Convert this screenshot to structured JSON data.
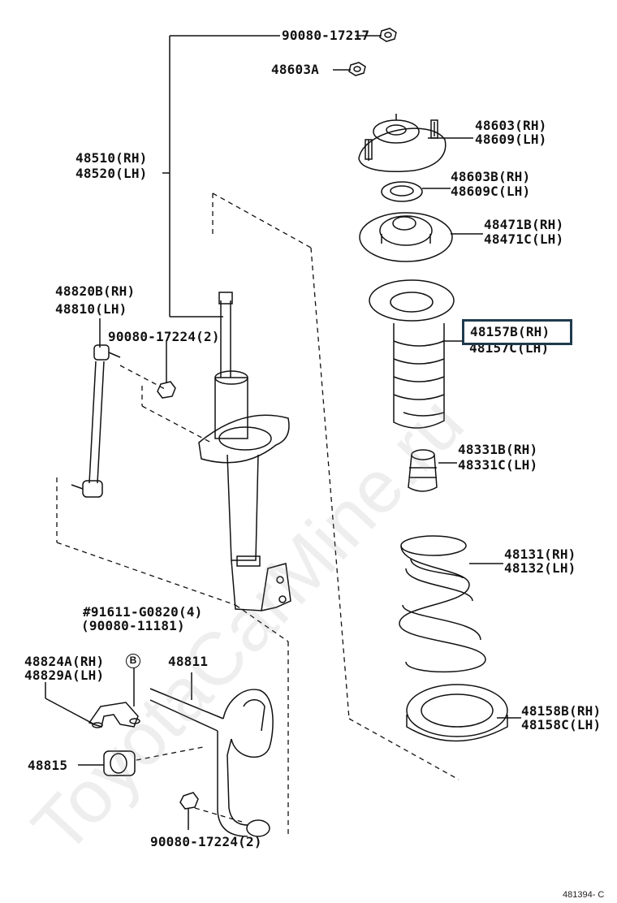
{
  "watermark": "ToyotaCarMine.ru",
  "figure_ref": "481394- C",
  "circle_b": "B",
  "labels": {
    "nut_top": "90080-17217",
    "nut_a": "48603A",
    "strut": [
      "48510(RH)",
      "48520(LH)"
    ],
    "support": [
      "48603(RH)",
      "48609(LH)"
    ],
    "bearing": [
      "48603B(RH)",
      "48609C(LH)"
    ],
    "seat_upper": [
      "48471B(RH)",
      "48471C(LH)"
    ],
    "boot": [
      "48157B(RH)",
      "48157C(LH)"
    ],
    "bumper": [
      "48331B(RH)",
      "48331C(LH)"
    ],
    "spring": [
      "48131(RH)",
      "48132(LH)"
    ],
    "seat_lower": [
      "48158B(RH)",
      "48158C(LH)"
    ],
    "link": [
      "48820B(RH)",
      "48810(LH)"
    ],
    "link_nut": "90080-17224(2)",
    "bolt": [
      "#91611-G0820(4)",
      "(90080-11181)"
    ],
    "bracket": [
      "48824A(RH)",
      "48829A(LH)"
    ],
    "stabilizer": "48811",
    "bushing": "48815",
    "bottom_nut": "90080-17224(2)"
  }
}
